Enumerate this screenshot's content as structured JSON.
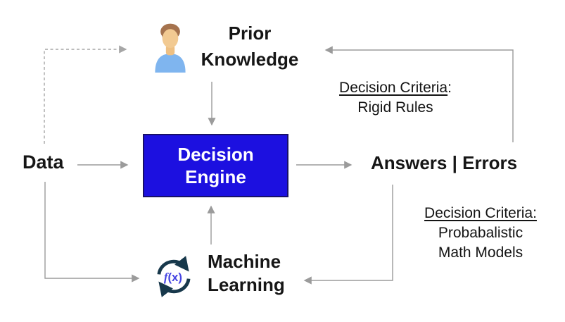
{
  "nodes": {
    "prior_knowledge": {
      "line1": "Prior",
      "line2": "Knowledge"
    },
    "decision_engine": {
      "line1": "Decision",
      "line2": "Engine"
    },
    "data": {
      "label": "Data"
    },
    "answers_errors": {
      "label": "Answers | Errors"
    },
    "machine_learning": {
      "line1": "Machine",
      "line2": "Learning"
    },
    "fx_label": {
      "f": "f",
      "rest": "(x)"
    }
  },
  "annotations": {
    "criteria_rules": {
      "heading": "Decision Criteria",
      "suffix": ":",
      "line1": "Rigid Rules"
    },
    "criteria_models": {
      "heading": "Decision Criteria:",
      "line1": "Probabalistic",
      "line2": "Math Models"
    }
  },
  "icons": {
    "person": "person-icon",
    "fx_cycle": "fx-cycle-icon"
  },
  "colors": {
    "engine_fill": "#1c10e0",
    "engine_border": "#181069",
    "engine_text": "#ffffff",
    "arrow_gray": "#9b9b9b",
    "dashed_gray": "#a6a6a6",
    "fx_arc": "#17384b",
    "fx_text": "#4645e2",
    "person_hair": "#a5734e",
    "person_skin": "#f2ca92",
    "person_shirt": "#7fb5ef",
    "label_text": "#161616"
  }
}
